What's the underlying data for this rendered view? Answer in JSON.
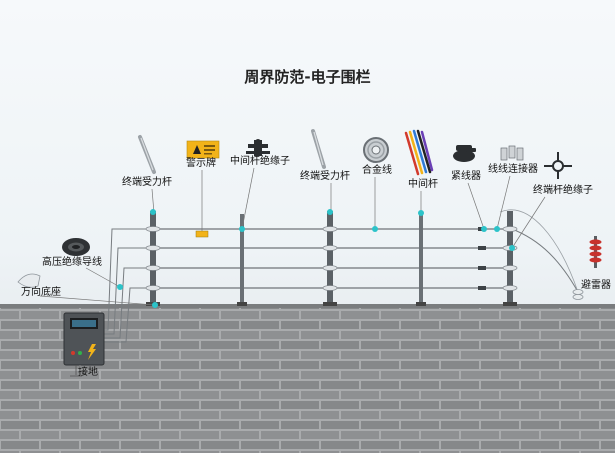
{
  "title": "周界防范-电子围栏",
  "labels": {
    "terminal_post_1": "终端受力杆",
    "warning_sign": "警示牌",
    "middle_post_insulator": "中间杆绝缘子",
    "terminal_post_2": "终端受力杆",
    "alloy_wire": "合金线",
    "middle_post": "中间杆",
    "tensioner": "紧线器",
    "wire_connector": "线线连接器",
    "terminal_post_insulator": "终端杆绝缘子",
    "hv_insulated_cable": "高压绝缘导线",
    "universal_base": "万向底座",
    "lightning_arrester": "避雷器",
    "grounding": "接地"
  },
  "colors": {
    "wall": "#8b8d8f",
    "mortar": "#a9abad",
    "post": "#5b6166",
    "wire": "#6f7378",
    "marker": "#2cc3c9",
    "sign": "#f2b319",
    "arrester": "#c8322c",
    "controller": "#4f5357"
  }
}
